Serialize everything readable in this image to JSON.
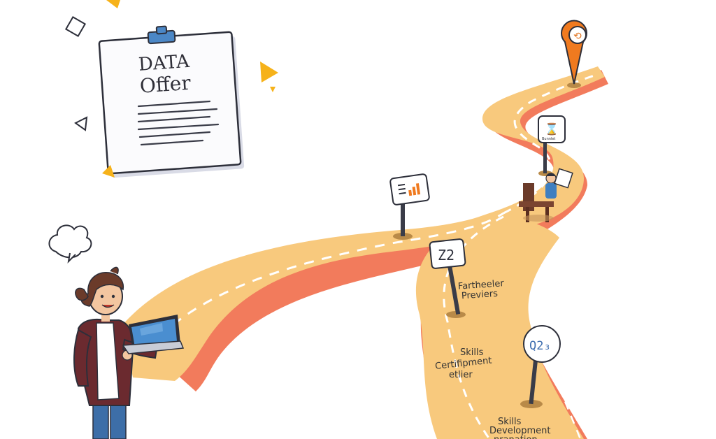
{
  "document": {
    "title_line1": "DATA",
    "title_line2": "Offer"
  },
  "signs": {
    "top_marker": "⟲",
    "upper_sign": "⌛",
    "upper_sign_caption": "Bunnlet",
    "chart_sign": "≡ ▐",
    "mid_sign": "Z2",
    "lower_sign": "Q2₃"
  },
  "road_labels": {
    "label_1": "Fartheeler",
    "label_1b": "Previers",
    "label_2": "Skills",
    "label_2b": "Certifipment",
    "label_2c": "etlier",
    "label_3": "Skills",
    "label_3b": "Development",
    "label_3c": "nranation"
  },
  "colors": {
    "road": "#f7c77a",
    "road_edge": "#f0643f",
    "accent_yellow": "#f6b21a",
    "marker_orange": "#f07a1f",
    "jacket": "#6b2a2f",
    "laptop": "#4a8ed0"
  }
}
